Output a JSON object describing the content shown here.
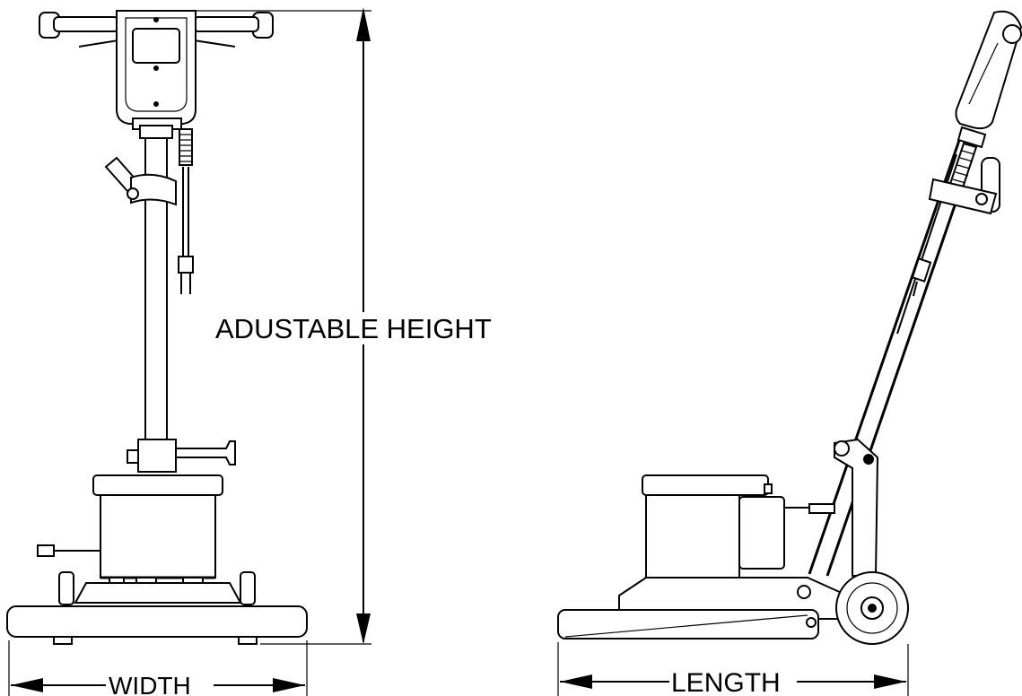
{
  "labels": {
    "height": "ADUSTABLE HEIGHT",
    "width": "WIDTH",
    "length": "LENGTH"
  },
  "colors": {
    "line": "#000000",
    "background": "#ffffff"
  }
}
